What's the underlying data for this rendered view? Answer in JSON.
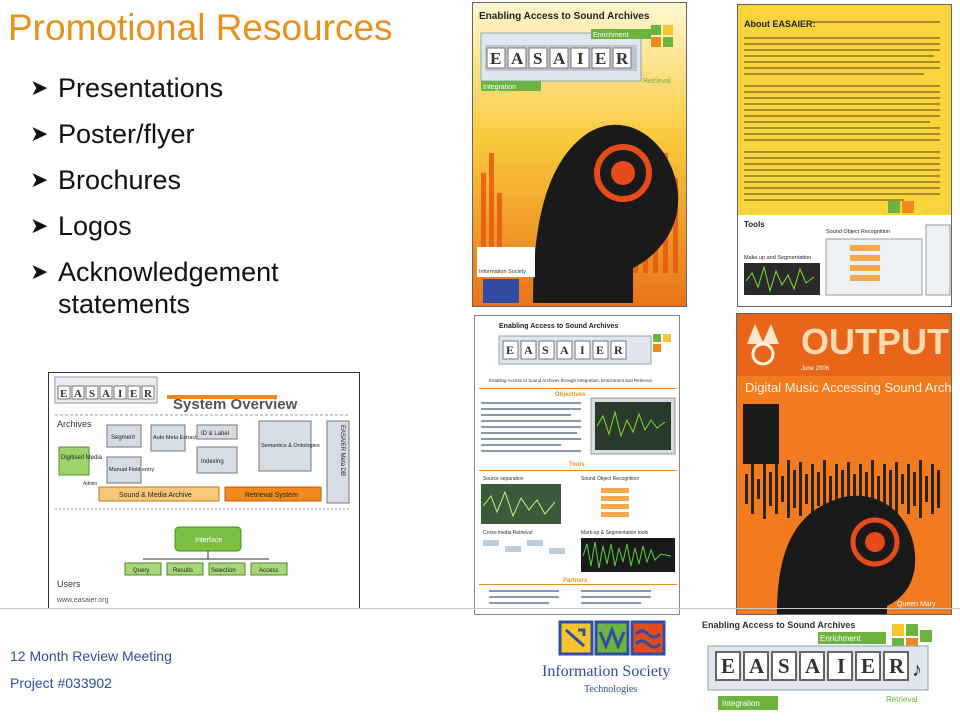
{
  "slide": {
    "title": "Promotional Resources",
    "bullets": [
      "Presentations",
      "Poster/flyer",
      "Brochures",
      "Logos",
      "Acknowledgement statements"
    ],
    "footer_line1": "12 Month Review Meeting",
    "footer_line2": "Project #033902"
  },
  "colors": {
    "title": "#e8901c",
    "footer": "#2f4da3",
    "accent_green": "#6db33f",
    "accent_orange": "#f08a1c",
    "accent_yellow": "#f7c52d"
  },
  "flyer": {
    "heading": "Enabling Access to Sound Archives",
    "enrichment": "Enrichment",
    "integration": "Integration",
    "retrieval": "Retrieval",
    "letters": [
      "E",
      "A",
      "S",
      "A",
      "I",
      "E",
      "R"
    ],
    "ist_label": "Information Society"
  },
  "brochure": {
    "heading": "About EASAIER:",
    "tools": "Tools",
    "tool1": "Make up and Segmentation",
    "tool2": "Sound Object Recognition"
  },
  "system_overview": {
    "title": "System Overview",
    "archives": "Archives",
    "digitised_media": "Digitised Media",
    "segment": "Segment",
    "auto_meta": "Auto Meta Extract",
    "id_label": "ID & Label",
    "semantics": "Semantics & Ontologies",
    "indexing": "Indexing",
    "manual_field": "Manual Field entry",
    "admin": "Admin",
    "sound_media_archive": "Sound & Media Archive",
    "retrieval_system": "Retrieval System",
    "meta_db": "EASAIER Meta DB",
    "interface": "Interface",
    "query": "Query",
    "results": "Results",
    "selection": "Selection",
    "access": "Access",
    "users": "Users",
    "url": "www.easaier.org"
  },
  "poster": {
    "heading": "Enabling Access to Sound Archives",
    "subtitle": "Enabling Access to Sound Archives through Integration, Enrichment and Retrieval",
    "objectives": "Objectives",
    "tools": "Tools",
    "source_separation": "Source separation",
    "sound_object_recognition": "Sound Object Recognition",
    "cross_media": "Cross-media Retrieval",
    "markup": "Mark-up & Segmentation tools",
    "partners": "Partners"
  },
  "output_mag": {
    "masthead": "OUTPUT",
    "headline": "Digital Music Accessing Sound Archives",
    "date": "June 2006",
    "publisher": "Queen Mary"
  },
  "ist_logo": {
    "line1": "Information Society",
    "line2": "Technologies"
  },
  "logo": {
    "heading": "Enabling Access to Sound Archives",
    "enrichment": "Enrichment",
    "integration": "Integration",
    "retrieval": "Retrieval",
    "letters": [
      "E",
      "A",
      "S",
      "A",
      "I",
      "E",
      "R"
    ]
  }
}
